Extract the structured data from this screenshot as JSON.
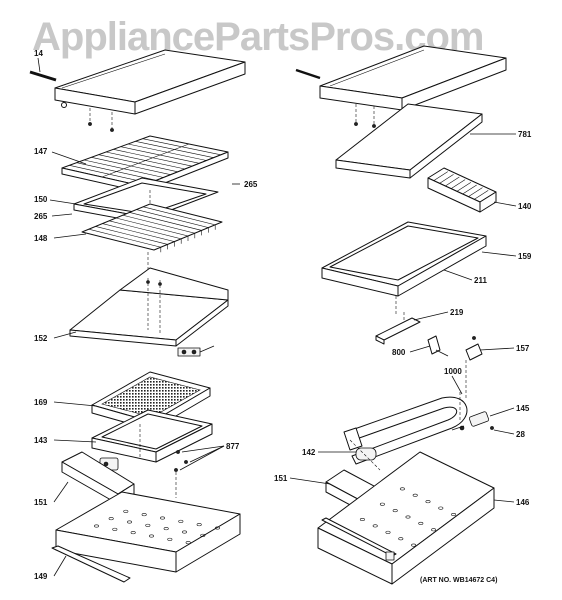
{
  "watermark": "AppliancePartsPros.com",
  "art_number": "(ART NO. WB14672 C4)",
  "callouts": {
    "c14": "14",
    "c147": "147",
    "c265a": "265",
    "c150": "150",
    "c265b": "265",
    "c148": "148",
    "c152": "152",
    "c169": "169",
    "c143": "143",
    "c877": "877",
    "c151a": "151",
    "c149": "149",
    "c781": "781",
    "c140": "140",
    "c159": "159",
    "c211": "211",
    "c219": "219",
    "c800": "800",
    "c157": "157",
    "c1000": "1000",
    "c145": "145",
    "c28": "28",
    "c142": "142",
    "c151b": "151",
    "c146": "146"
  }
}
